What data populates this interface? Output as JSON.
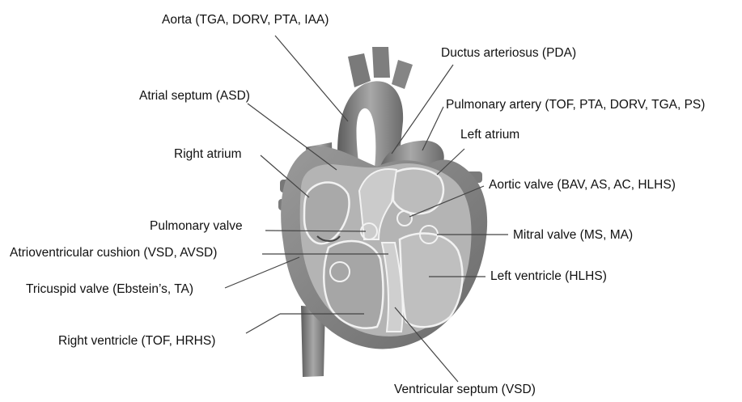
{
  "labels": {
    "aorta": "Aorta (TGA, DORV, PTA, IAA)",
    "ductus_arteriosus": "Ductus arteriosus (PDA)",
    "atrial_septum": "Atrial septum (ASD)",
    "pulmonary_artery": "Pulmonary artery (TOF, PTA, DORV, TGA, PS)",
    "left_atrium": "Left atrium",
    "right_atrium": "Right atrium",
    "aortic_valve": "Aortic valve (BAV, AS, AC, HLHS)",
    "pulmonary_valve": "Pulmonary valve",
    "mitral_valve": "Mitral valve (MS, MA)",
    "av_cushion": "Atrioventricular cushion (VSD, AVSD)",
    "left_ventricle": "Left ventricle (HLHS)",
    "tricuspid_valve": "Tricuspid valve (Ebstein’s, TA)",
    "right_ventricle": "Right ventricle (TOF, HRHS)",
    "ventricular_septum": "Ventricular septum (VSD)"
  },
  "colors": {
    "outer_wall": "#8a8a8a",
    "outer_wall_dark": "#6e6e6e",
    "chamber_fill": "#b9b9b9",
    "septum_fill": "#c9c9c9",
    "chamber_line": "#f2f2f2",
    "leader_line": "#444444",
    "text": "#111111"
  }
}
